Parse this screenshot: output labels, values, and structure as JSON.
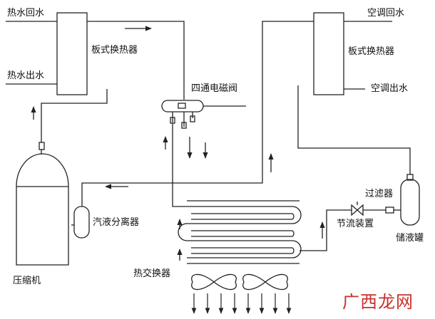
{
  "labels": {
    "hot_water_return": "热水回水",
    "hot_water_outlet": "热水出水",
    "plate_hx_left": "板式换热器",
    "plate_hx_right": "板式换热器",
    "ac_return": "空调回水",
    "ac_outlet": "空调出水",
    "four_way_valve": "四通电磁阀",
    "gas_liquid_separator": "汽液分离器",
    "compressor": "压缩机",
    "heat_exchanger": "热交换器",
    "filter": "过滤器",
    "throttle_device": "节流装置",
    "liquid_receiver": "储液罐"
  },
  "watermark": "广西龙网",
  "colors": {
    "line": "#222222",
    "watermark": "#c9302c"
  }
}
